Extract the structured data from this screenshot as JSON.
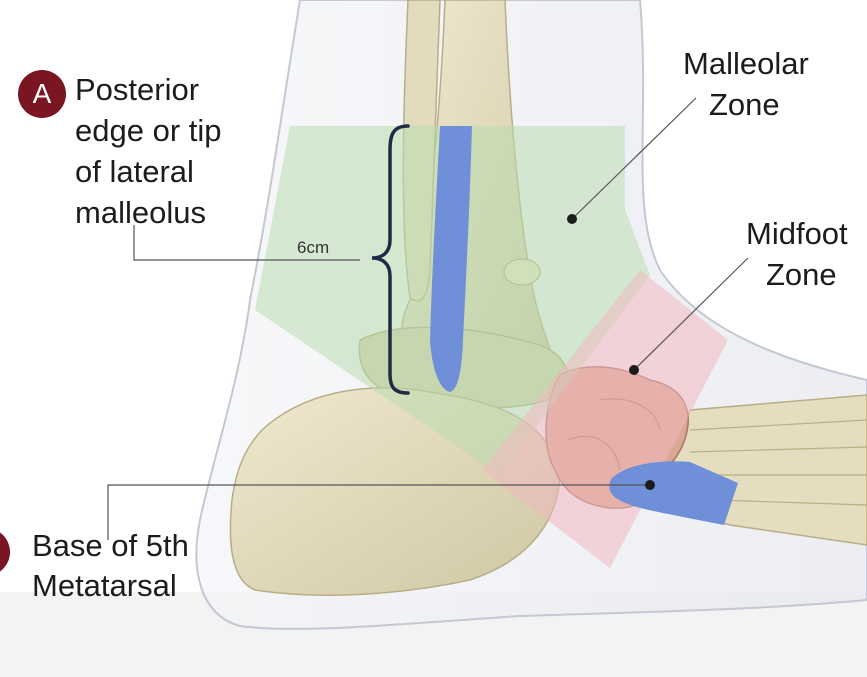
{
  "labels": {
    "badge_a": "A",
    "posterior_line1": "Posterior",
    "posterior_line2": "edge or tip",
    "posterior_line3": "of lateral",
    "posterior_line4": "malleolus",
    "malleolar_line1": "Malleolar",
    "malleolar_line2": "Zone",
    "midfoot_line1": "Midfoot",
    "midfoot_line2": "Zone",
    "base_line1": "Base of 5th",
    "base_line2": "Metatarsal",
    "distance": "6cm"
  },
  "colors": {
    "badge": "#7a1522",
    "malleolar_zone": "#b9ddb0",
    "midfoot_zone": "#f1b8c0",
    "bone": "#e8e2c6",
    "bone_shadow": "#c9c29e",
    "highlight_bone": "#6f8fd8",
    "midfoot_bone": "#d9a792",
    "skin_outline": "#c4c8d2",
    "leader_line": "#555555",
    "brace": "#1f2b45"
  }
}
